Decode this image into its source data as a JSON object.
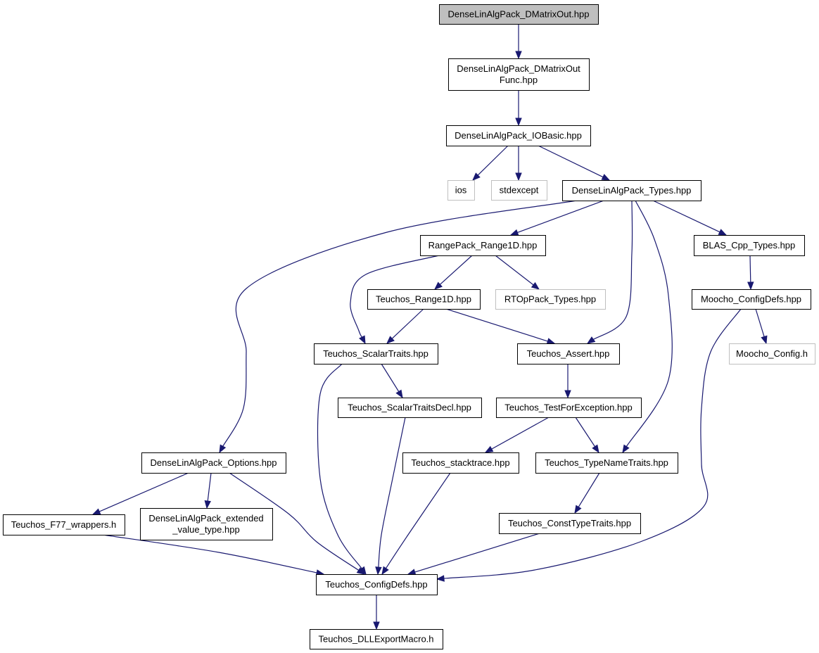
{
  "colors": {
    "edge": "#191970",
    "node_border": "#000000",
    "external_node_border": "#bfbfbf",
    "root_fill": "#bfbfbf",
    "node_fill": "#ffffff"
  },
  "nodes": {
    "n_root": {
      "lines": [
        "DenseLinAlgPack_DMatrixOut.hpp"
      ],
      "kind": "root"
    },
    "n_outfunc": {
      "lines": [
        "DenseLinAlgPack_DMatrixOut",
        "Func.hpp"
      ],
      "kind": "normal"
    },
    "n_iobasic": {
      "lines": [
        "DenseLinAlgPack_IOBasic.hpp"
      ],
      "kind": "normal"
    },
    "n_ios": {
      "lines": [
        "ios"
      ],
      "kind": "external"
    },
    "n_stdexcept": {
      "lines": [
        "stdexcept"
      ],
      "kind": "external"
    },
    "n_types": {
      "lines": [
        "DenseLinAlgPack_Types.hpp"
      ],
      "kind": "normal"
    },
    "n_range1d": {
      "lines": [
        "RangePack_Range1D.hpp"
      ],
      "kind": "normal"
    },
    "n_blas": {
      "lines": [
        "BLAS_Cpp_Types.hpp"
      ],
      "kind": "normal"
    },
    "n_trange1d": {
      "lines": [
        "Teuchos_Range1D.hpp"
      ],
      "kind": "normal"
    },
    "n_rtop": {
      "lines": [
        "RTOpPack_Types.hpp"
      ],
      "kind": "external"
    },
    "n_mconfigdefs": {
      "lines": [
        "Moocho_ConfigDefs.hpp"
      ],
      "kind": "normal"
    },
    "n_scalartraits": {
      "lines": [
        "Teuchos_ScalarTraits.hpp"
      ],
      "kind": "normal"
    },
    "n_assert": {
      "lines": [
        "Teuchos_Assert.hpp"
      ],
      "kind": "normal"
    },
    "n_mconfigh": {
      "lines": [
        "Moocho_Config.h"
      ],
      "kind": "external"
    },
    "n_scalartraitsdecl": {
      "lines": [
        "Teuchos_ScalarTraitsDecl.hpp"
      ],
      "kind": "normal"
    },
    "n_testforexc": {
      "lines": [
        "Teuchos_TestForException.hpp"
      ],
      "kind": "normal"
    },
    "n_options": {
      "lines": [
        "DenseLinAlgPack_Options.hpp"
      ],
      "kind": "normal"
    },
    "n_stacktrace": {
      "lines": [
        "Teuchos_stacktrace.hpp"
      ],
      "kind": "normal"
    },
    "n_typenametraits": {
      "lines": [
        "Teuchos_TypeNameTraits.hpp"
      ],
      "kind": "normal"
    },
    "n_f77": {
      "lines": [
        "Teuchos_F77_wrappers.h"
      ],
      "kind": "normal"
    },
    "n_extended": {
      "lines": [
        "DenseLinAlgPack_extended",
        "_value_type.hpp"
      ],
      "kind": "normal"
    },
    "n_consttypetraits": {
      "lines": [
        "Teuchos_ConstTypeTraits.hpp"
      ],
      "kind": "normal"
    },
    "n_tconfigdefs": {
      "lines": [
        "Teuchos_ConfigDefs.hpp"
      ],
      "kind": "normal"
    },
    "n_dllexport": {
      "lines": [
        "Teuchos_DLLExportMacro.h"
      ],
      "kind": "normal"
    }
  },
  "edges": [
    [
      "n_root",
      "n_outfunc"
    ],
    [
      "n_outfunc",
      "n_iobasic"
    ],
    [
      "n_iobasic",
      "n_ios"
    ],
    [
      "n_iobasic",
      "n_stdexcept"
    ],
    [
      "n_iobasic",
      "n_types"
    ],
    [
      "n_types",
      "n_range1d"
    ],
    [
      "n_types",
      "n_blas"
    ],
    [
      "n_types",
      "n_assert"
    ],
    [
      "n_types",
      "n_typenametraits"
    ],
    [
      "n_types",
      "n_options"
    ],
    [
      "n_range1d",
      "n_trange1d"
    ],
    [
      "n_range1d",
      "n_rtop"
    ],
    [
      "n_range1d",
      "n_scalartraits"
    ],
    [
      "n_trange1d",
      "n_scalartraits"
    ],
    [
      "n_trange1d",
      "n_assert"
    ],
    [
      "n_blas",
      "n_mconfigdefs"
    ],
    [
      "n_mconfigdefs",
      "n_mconfigh"
    ],
    [
      "n_mconfigdefs",
      "n_tconfigdefs"
    ],
    [
      "n_scalartraits",
      "n_scalartraitsdecl"
    ],
    [
      "n_scalartraits",
      "n_tconfigdefs"
    ],
    [
      "n_scalartraitsdecl",
      "n_tconfigdefs"
    ],
    [
      "n_assert",
      "n_testforexc"
    ],
    [
      "n_testforexc",
      "n_stacktrace"
    ],
    [
      "n_testforexc",
      "n_typenametraits"
    ],
    [
      "n_stacktrace",
      "n_tconfigdefs"
    ],
    [
      "n_typenametraits",
      "n_consttypetraits"
    ],
    [
      "n_consttypetraits",
      "n_tconfigdefs"
    ],
    [
      "n_options",
      "n_f77"
    ],
    [
      "n_options",
      "n_extended"
    ],
    [
      "n_options",
      "n_tconfigdefs"
    ],
    [
      "n_f77",
      "n_tconfigdefs"
    ],
    [
      "n_tconfigdefs",
      "n_dllexport"
    ]
  ]
}
